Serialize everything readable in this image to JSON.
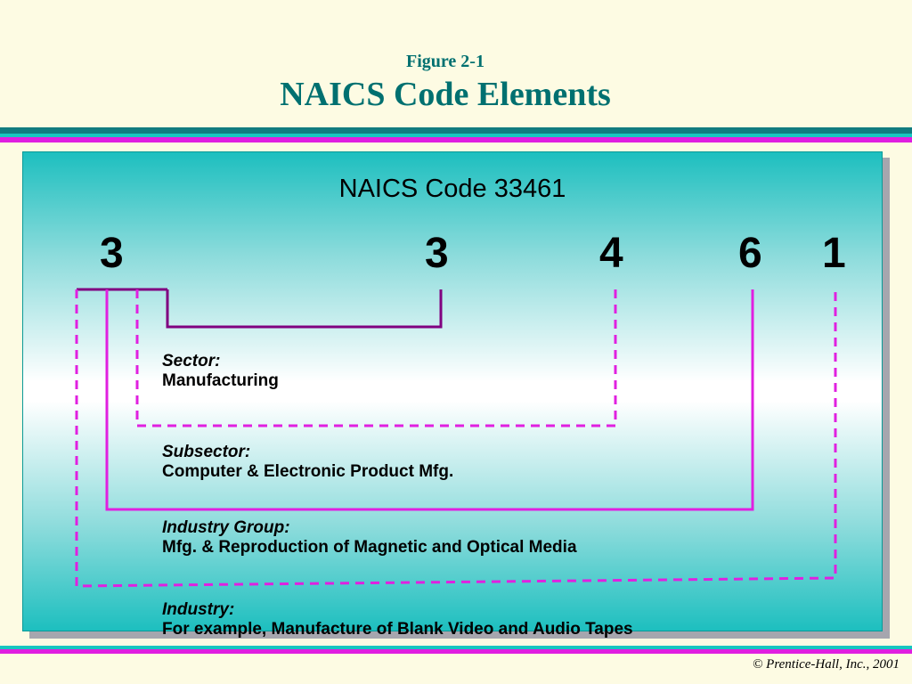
{
  "header": {
    "figure_label": "Figure 2-1",
    "title": "NAICS Code Elements"
  },
  "panel": {
    "code_title": "NAICS Code 33461",
    "digits": [
      "3",
      "3",
      "4",
      "6",
      "1"
    ],
    "labels": [
      {
        "heading": "Sector:",
        "text": "Manufacturing"
      },
      {
        "heading": "Subsector:",
        "text": "Computer & Electronic Product Mfg."
      },
      {
        "heading": "Industry Group:",
        "text": "Mfg. & Reproduction of Magnetic and Optical Media"
      },
      {
        "heading": "Industry:",
        "text": "For example, Manufacture of Blank Video and Audio Tapes"
      }
    ]
  },
  "colors": {
    "title": "#007070",
    "bracket_sector": "#800080",
    "bracket_other": "#e020e0",
    "accent_magenta": "#e01ee0",
    "accent_teal": "#17c6c0"
  },
  "footer": {
    "copyright": "© Prentice-Hall, Inc., 2001"
  }
}
